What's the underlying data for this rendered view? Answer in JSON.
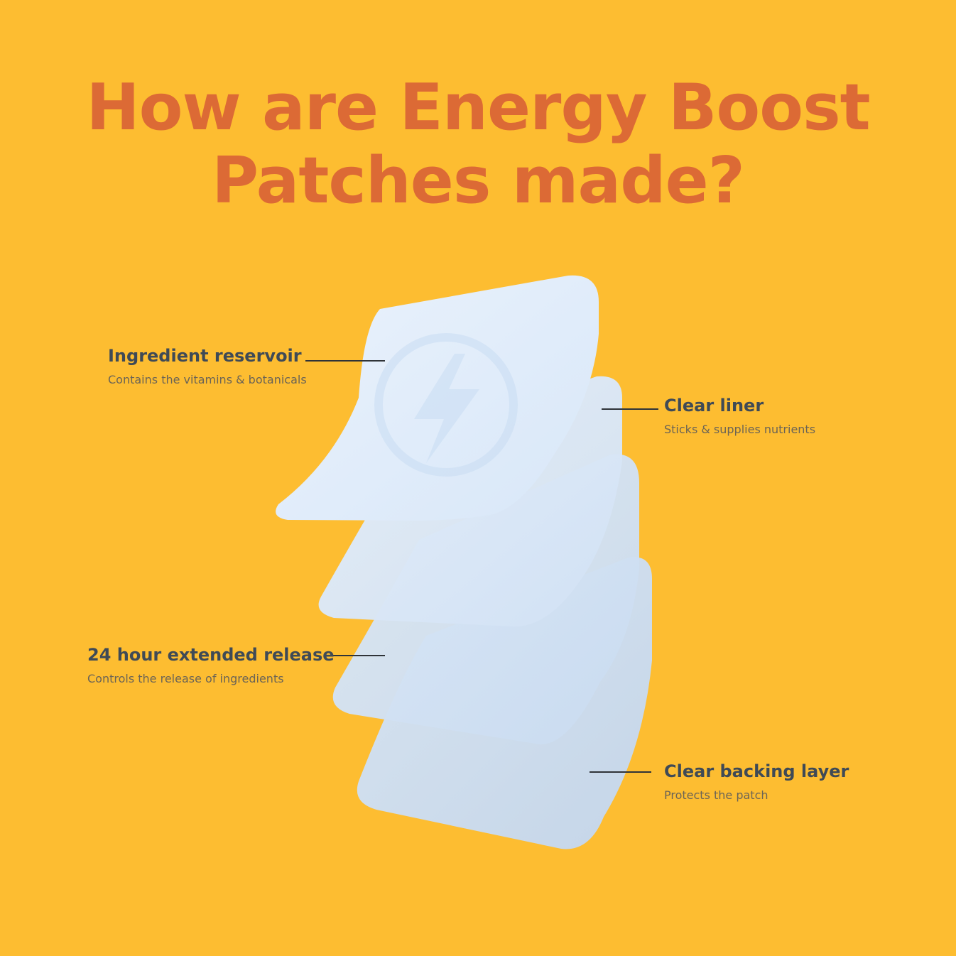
{
  "title": {
    "line1": "How are Energy Boost",
    "line2": "Patches made?"
  },
  "layers": [
    {
      "name": "Ingredient reservoir",
      "description": "Contains the vitamins & botanicals"
    },
    {
      "name": "Clear liner",
      "description": "Sticks & supplies nutrients"
    },
    {
      "name": "24 hour extended release",
      "description": "Controls the release of ingredients"
    },
    {
      "name": "Clear backing layer",
      "description": "Protects the patch"
    }
  ],
  "icon": "lightning-bolt-icon",
  "colors": {
    "background": "#fdbd31",
    "title": "#dc6a35",
    "label": "#3f4a56",
    "patch": "#dce9f8"
  }
}
